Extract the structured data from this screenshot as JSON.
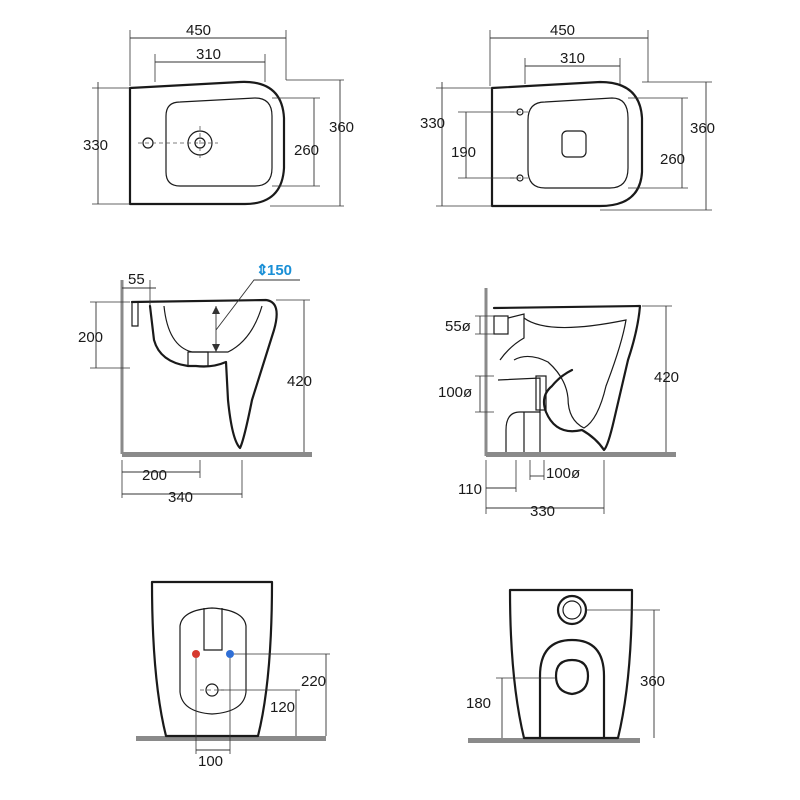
{
  "accent_color": "#1a8fd6",
  "valve_hot_color": "#d63a2f",
  "valve_cold_color": "#2f6fd6",
  "bidet_top": {
    "width_outer": "450",
    "width_inner": "310",
    "depth_total": "330",
    "depth_bowl": "260",
    "depth_outer": "360"
  },
  "wc_top": {
    "width_outer": "450",
    "width_inner": "310",
    "depth_total": "330",
    "depth_holes": "190",
    "depth_bowl": "260",
    "depth_outer": "360"
  },
  "bidet_side": {
    "rim_offset": "55",
    "water_level": "150",
    "height_inlet": "200",
    "height_total": "420",
    "dist_waste": "200",
    "depth_total": "340"
  },
  "wc_side": {
    "inlet_diameter": "55ø",
    "outlet_diameter": "100ø",
    "height_total": "420",
    "dist_wall": "110",
    "floor_outlet": "100ø",
    "depth_total": "330"
  },
  "bidet_back": {
    "height_supply": "220",
    "height_waste": "120",
    "spacing": "100"
  },
  "wc_back": {
    "height_outlet": "180",
    "height_inlet": "360"
  }
}
